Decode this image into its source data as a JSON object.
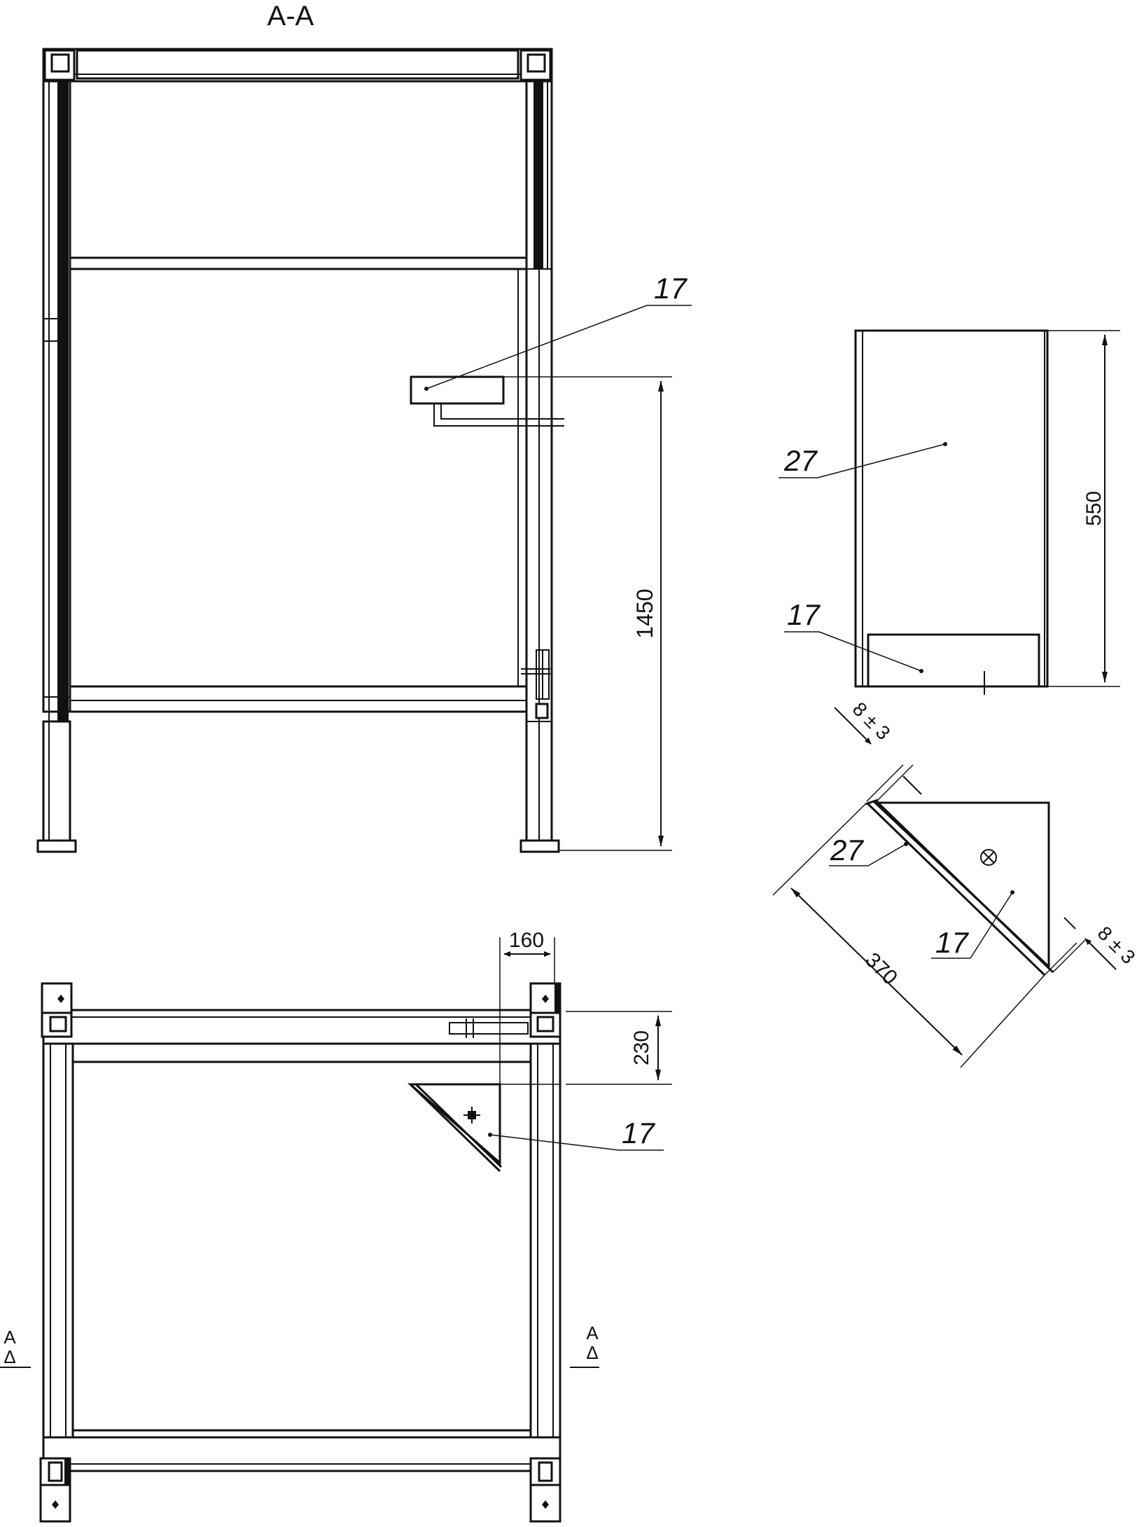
{
  "section": {
    "title": "A-A",
    "marker_letter": "A",
    "marker_symbol": "Δ"
  },
  "front_view": {
    "callout": "17",
    "height_dim": "1450"
  },
  "side_view": {
    "callout_top": "27",
    "callout_bottom": "17",
    "height_dim": "550"
  },
  "corner_detail": {
    "gap_top": "8 ± 3",
    "gap_bottom": "8 ± 3",
    "width_dim": "370",
    "callout_top": "27",
    "callout_bottom": "17"
  },
  "plan_view": {
    "dim_x": "160",
    "dim_y": "230",
    "callout": "17"
  }
}
